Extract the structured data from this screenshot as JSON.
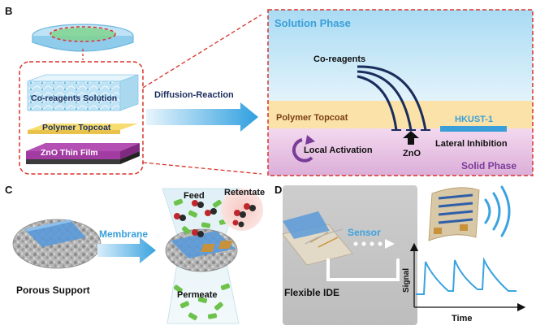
{
  "panels": {
    "b": "B",
    "c": "C",
    "d": "D"
  },
  "panel_b": {
    "coreagents_solution": "Co-reagents Solution",
    "polymer_topcoat": "Polymer Topcoat",
    "zno_thin_film": "ZnO Thin Film",
    "diffusion_reaction": "Diffusion-Reaction",
    "solution_phase": "Solution Phase",
    "coreagents": "Co-reagents",
    "polymer_topcoat_zoom": "Polymer Topcoat",
    "hkust": "HKUST-1",
    "local_activation": "Local Activation",
    "zno": "ZnO",
    "lateral_inhibition": "Lateral Inhibition",
    "solid_phase": "Solid Phase"
  },
  "panel_c": {
    "membrane": "Membrane",
    "porous_support": "Porous Support",
    "feed": "Feed",
    "retentate": "Retentate",
    "permeate": "Permeate"
  },
  "panel_d": {
    "sensor": "Sensor",
    "flexible_ide": "Flexible IDE",
    "signal_axis": "Signal",
    "time_axis": "Time"
  },
  "colors": {
    "solution_blue": "#bfe3f5",
    "topcoat_yellow": "#fbe3a6",
    "solid_pink": "#ecc6e6",
    "zno_purple": "#9a3f9c",
    "arrow_blue": "#3aa3df",
    "dashed_red": "#d9342b",
    "hkust_blue": "#3a9fd9",
    "label_navy": "#1b2d5c",
    "accent_purple": "#7a3c98",
    "brown_text": "#7a3e14"
  }
}
